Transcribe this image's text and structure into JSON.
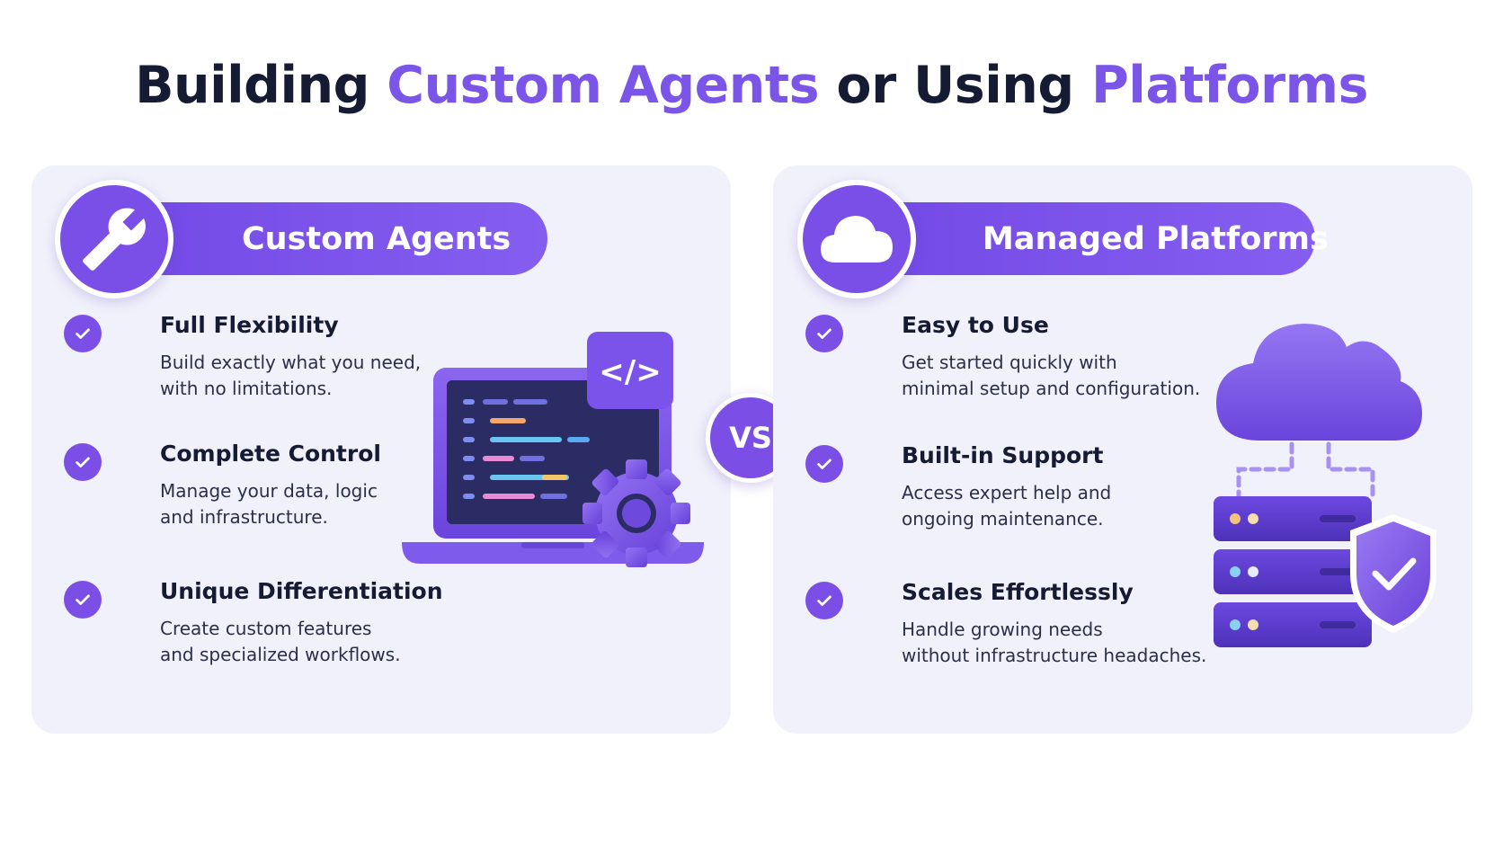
{
  "title": {
    "part1": "Building ",
    "part2": "Custom Agents",
    "part3": " or Using ",
    "part4": "Platforms"
  },
  "colors": {
    "accent": "#7b55e8",
    "title_dark": "#141b33",
    "panel_bg": "#f1f1fb",
    "header_purple": "#7a4fe8"
  },
  "left": {
    "header": "Custom Agents",
    "header_icon": "wrench-icon",
    "features": [
      {
        "title": "Full Flexibility",
        "desc": "Build exactly what you need,\nwith no limitations."
      },
      {
        "title": "Complete Control",
        "desc": "Manage your data, logic\nand infrastructure."
      },
      {
        "title": "Unique Differentiation",
        "desc": "Create custom features\nand specialized workflows."
      }
    ],
    "illustration_icons": [
      "laptop-icon",
      "code-brackets-icon",
      "gear-icon"
    ],
    "code_badge": "</>"
  },
  "vs": "VS",
  "right": {
    "header": "Managed Platforms",
    "header_icon": "cloud-icon",
    "features": [
      {
        "title": "Easy to Use",
        "desc": "Get started quickly with\nminimal setup and configuration."
      },
      {
        "title": "Built-in Support",
        "desc": "Access expert help and\nongoing maintenance."
      },
      {
        "title": "Scales Effortlessly",
        "desc": "Handle growing needs\nwithout infrastructure headaches."
      }
    ],
    "illustration_icons": [
      "cloud-icon",
      "server-stack-icon",
      "shield-check-icon"
    ]
  }
}
